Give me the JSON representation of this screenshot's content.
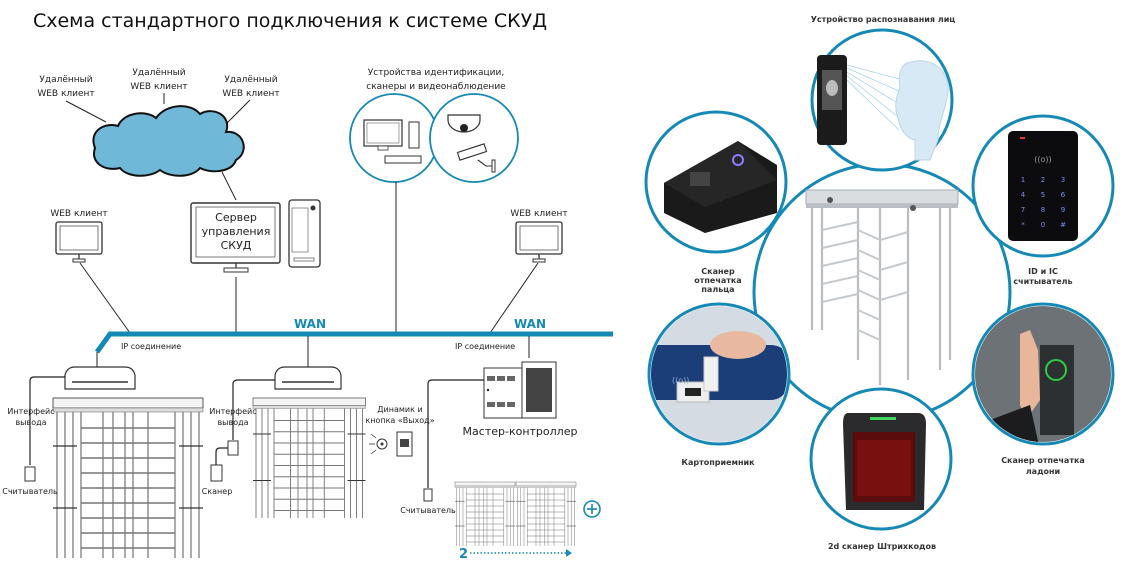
{
  "colors": {
    "accent": "#1589b5",
    "cloud": "#6fb8d8",
    "line": "#222222"
  },
  "diagram": {
    "title": "Схема стандартного подключения к системе СКУД",
    "remote_clients": [
      {
        "line1": "Удалённый",
        "line2": "WEB клиент"
      },
      {
        "line1": "Удалённый",
        "line2": "WEB клиент"
      },
      {
        "line1": "Удалённый",
        "line2": "WEB клиент"
      }
    ],
    "devices_label": {
      "line1": "Устройства идентификации,",
      "line2": "сканеры и видеонаблюдение"
    },
    "web_client_left": "WEB клиент",
    "web_client_right": "WEB клиент",
    "server": {
      "line1": "Сервер",
      "line2": "управления",
      "line3": "СКУД"
    },
    "wan_left": "WAN",
    "wan_right": "WAN",
    "ip_left": "IP соединение",
    "ip_right": "IP соединение",
    "turnstile1": {
      "interface": {
        "line1": "Интерфейс",
        "line2": "вывода"
      },
      "reader": "Считыватель"
    },
    "turnstile2": {
      "interface": {
        "line1": "Интерфейс",
        "line2": "вывода"
      },
      "scanner": "Сканер"
    },
    "exit_button": {
      "line1": "Динамик и",
      "line2": "кнопка «Выход»"
    },
    "master_controller": "Мастер-контроллер",
    "reader_right": "Считыватель",
    "count_label": "2",
    "plus_icon": "plus-circle-icon"
  },
  "devices_panel": {
    "face": "Устройство распознавания лиц",
    "fingerprint": {
      "line1": "Сканер",
      "line2": "отпечатка",
      "line3": "пальца"
    },
    "idic": {
      "line1": "ID и IC",
      "line2": "считыватель"
    },
    "card": "Картоприемник",
    "palm": {
      "line1": "Сканер отпечатка",
      "line2": "ладони"
    },
    "barcode": "2d сканер Штрихкодов",
    "keypad_keys": [
      "1",
      "2",
      "3",
      "4",
      "5",
      "6",
      "7",
      "8",
      "9",
      "*",
      "0",
      "#"
    ],
    "card_symbol": "((o))"
  }
}
